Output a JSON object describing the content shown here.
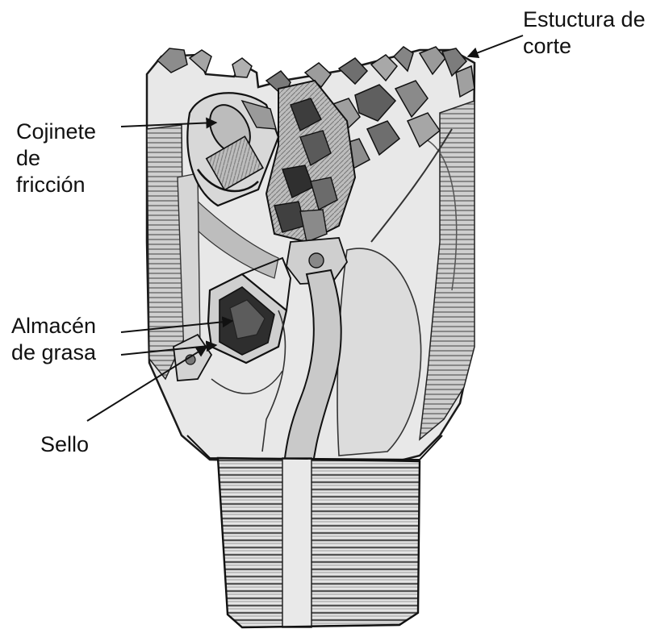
{
  "labels": {
    "estructura_corte": {
      "line1": "Estuctura de",
      "line2": "corte"
    },
    "cojinete": {
      "line1": "Cojinete",
      "line2": "de",
      "line3": "fricción"
    },
    "almacen": {
      "line1": "Almacén",
      "line2": "de grasa"
    },
    "sello": {
      "line1": "Sello"
    }
  },
  "colors": {
    "ink": "#1a1a1a",
    "metal_light": "#d9d9d9",
    "metal_mid": "#9a9a9a",
    "metal_dark": "#3a3a3a"
  }
}
